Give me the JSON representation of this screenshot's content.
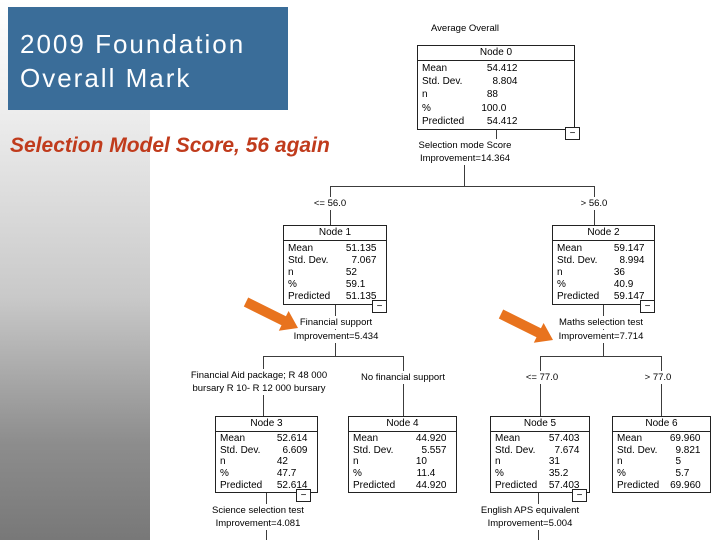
{
  "slide": {
    "title_line1": "2009 Foundation",
    "title_line2": "Overall Mark",
    "subtitle": "Selection Model Score, 56 again"
  },
  "colors": {
    "title_bg": "#3a6d99",
    "title_text": "#fdfeff",
    "subtitle": "#c03b1c",
    "arrow": "#e8731e",
    "tree_line": "#3c3c3c"
  },
  "tree": {
    "dependent_label": "Average Overall",
    "collapse_glyph": "−",
    "nodes": [
      {
        "title": "Node 0",
        "rows": [
          {
            "label": "Mean",
            "value": "54.412"
          },
          {
            "label": "Std. Dev.",
            "value": "8.804"
          },
          {
            "label": "n",
            "value": "88"
          },
          {
            "label": "%",
            "value": "100.0"
          },
          {
            "label": "Predicted",
            "value": "54.412"
          }
        ]
      },
      {
        "title": "Node 1",
        "rows": [
          {
            "label": "Mean",
            "value": "51.135"
          },
          {
            "label": "Std. Dev.",
            "value": "7.067"
          },
          {
            "label": "n",
            "value": "52"
          },
          {
            "label": "%",
            "value": "59.1"
          },
          {
            "label": "Predicted",
            "value": "51.135"
          }
        ]
      },
      {
        "title": "Node 2",
        "rows": [
          {
            "label": "Mean",
            "value": "59.147"
          },
          {
            "label": "Std. Dev.",
            "value": "8.994"
          },
          {
            "label": "n",
            "value": "36"
          },
          {
            "label": "%",
            "value": "40.9"
          },
          {
            "label": "Predicted",
            "value": "59.147"
          }
        ]
      },
      {
        "title": "Node 3",
        "rows": [
          {
            "label": "Mean",
            "value": "52.614"
          },
          {
            "label": "Std. Dev.",
            "value": "6.609"
          },
          {
            "label": "n",
            "value": "42"
          },
          {
            "label": "%",
            "value": "47.7"
          },
          {
            "label": "Predicted",
            "value": "52.614"
          }
        ]
      },
      {
        "title": "Node 4",
        "rows": [
          {
            "label": "Mean",
            "value": "44.920"
          },
          {
            "label": "Std. Dev.",
            "value": "5.557"
          },
          {
            "label": "n",
            "value": "10"
          },
          {
            "label": "%",
            "value": "11.4"
          },
          {
            "label": "Predicted",
            "value": "44.920"
          }
        ]
      },
      {
        "title": "Node 5",
        "rows": [
          {
            "label": "Mean",
            "value": "57.403"
          },
          {
            "label": "Std. Dev.",
            "value": "7.674"
          },
          {
            "label": "n",
            "value": "31"
          },
          {
            "label": "%",
            "value": "35.2"
          },
          {
            "label": "Predicted",
            "value": "57.403"
          }
        ]
      },
      {
        "title": "Node 6",
        "rows": [
          {
            "label": "Mean",
            "value": "69.960"
          },
          {
            "label": "Std. Dev.",
            "value": "9.821"
          },
          {
            "label": "n",
            "value": "5"
          },
          {
            "label": "%",
            "value": "5.7"
          },
          {
            "label": "Predicted",
            "value": "69.960"
          }
        ]
      }
    ],
    "splits": {
      "root_variable": "Selection mode Score",
      "root_improvement": "Improvement=14.364",
      "node1_variable": "Financial support",
      "node1_improvement": "Improvement=5.434",
      "node2_variable": "Maths selection test",
      "node2_improvement": "Improvement=7.714",
      "node3_variable": "Science selection test",
      "node3_improvement": "Improvement=4.081",
      "node5_variable": "English APS equivalent",
      "node5_improvement": "Improvement=5.004"
    },
    "branches": {
      "le56": "<= 56.0",
      "gt56": "> 56.0",
      "finaid_line1": "Financial Aid package; R 48 000",
      "finaid_line2": "bursary R 10- R 12 000 bursary",
      "nofin": "No financial support",
      "le77": "<= 77.0",
      "gt77": "> 77.0"
    }
  }
}
